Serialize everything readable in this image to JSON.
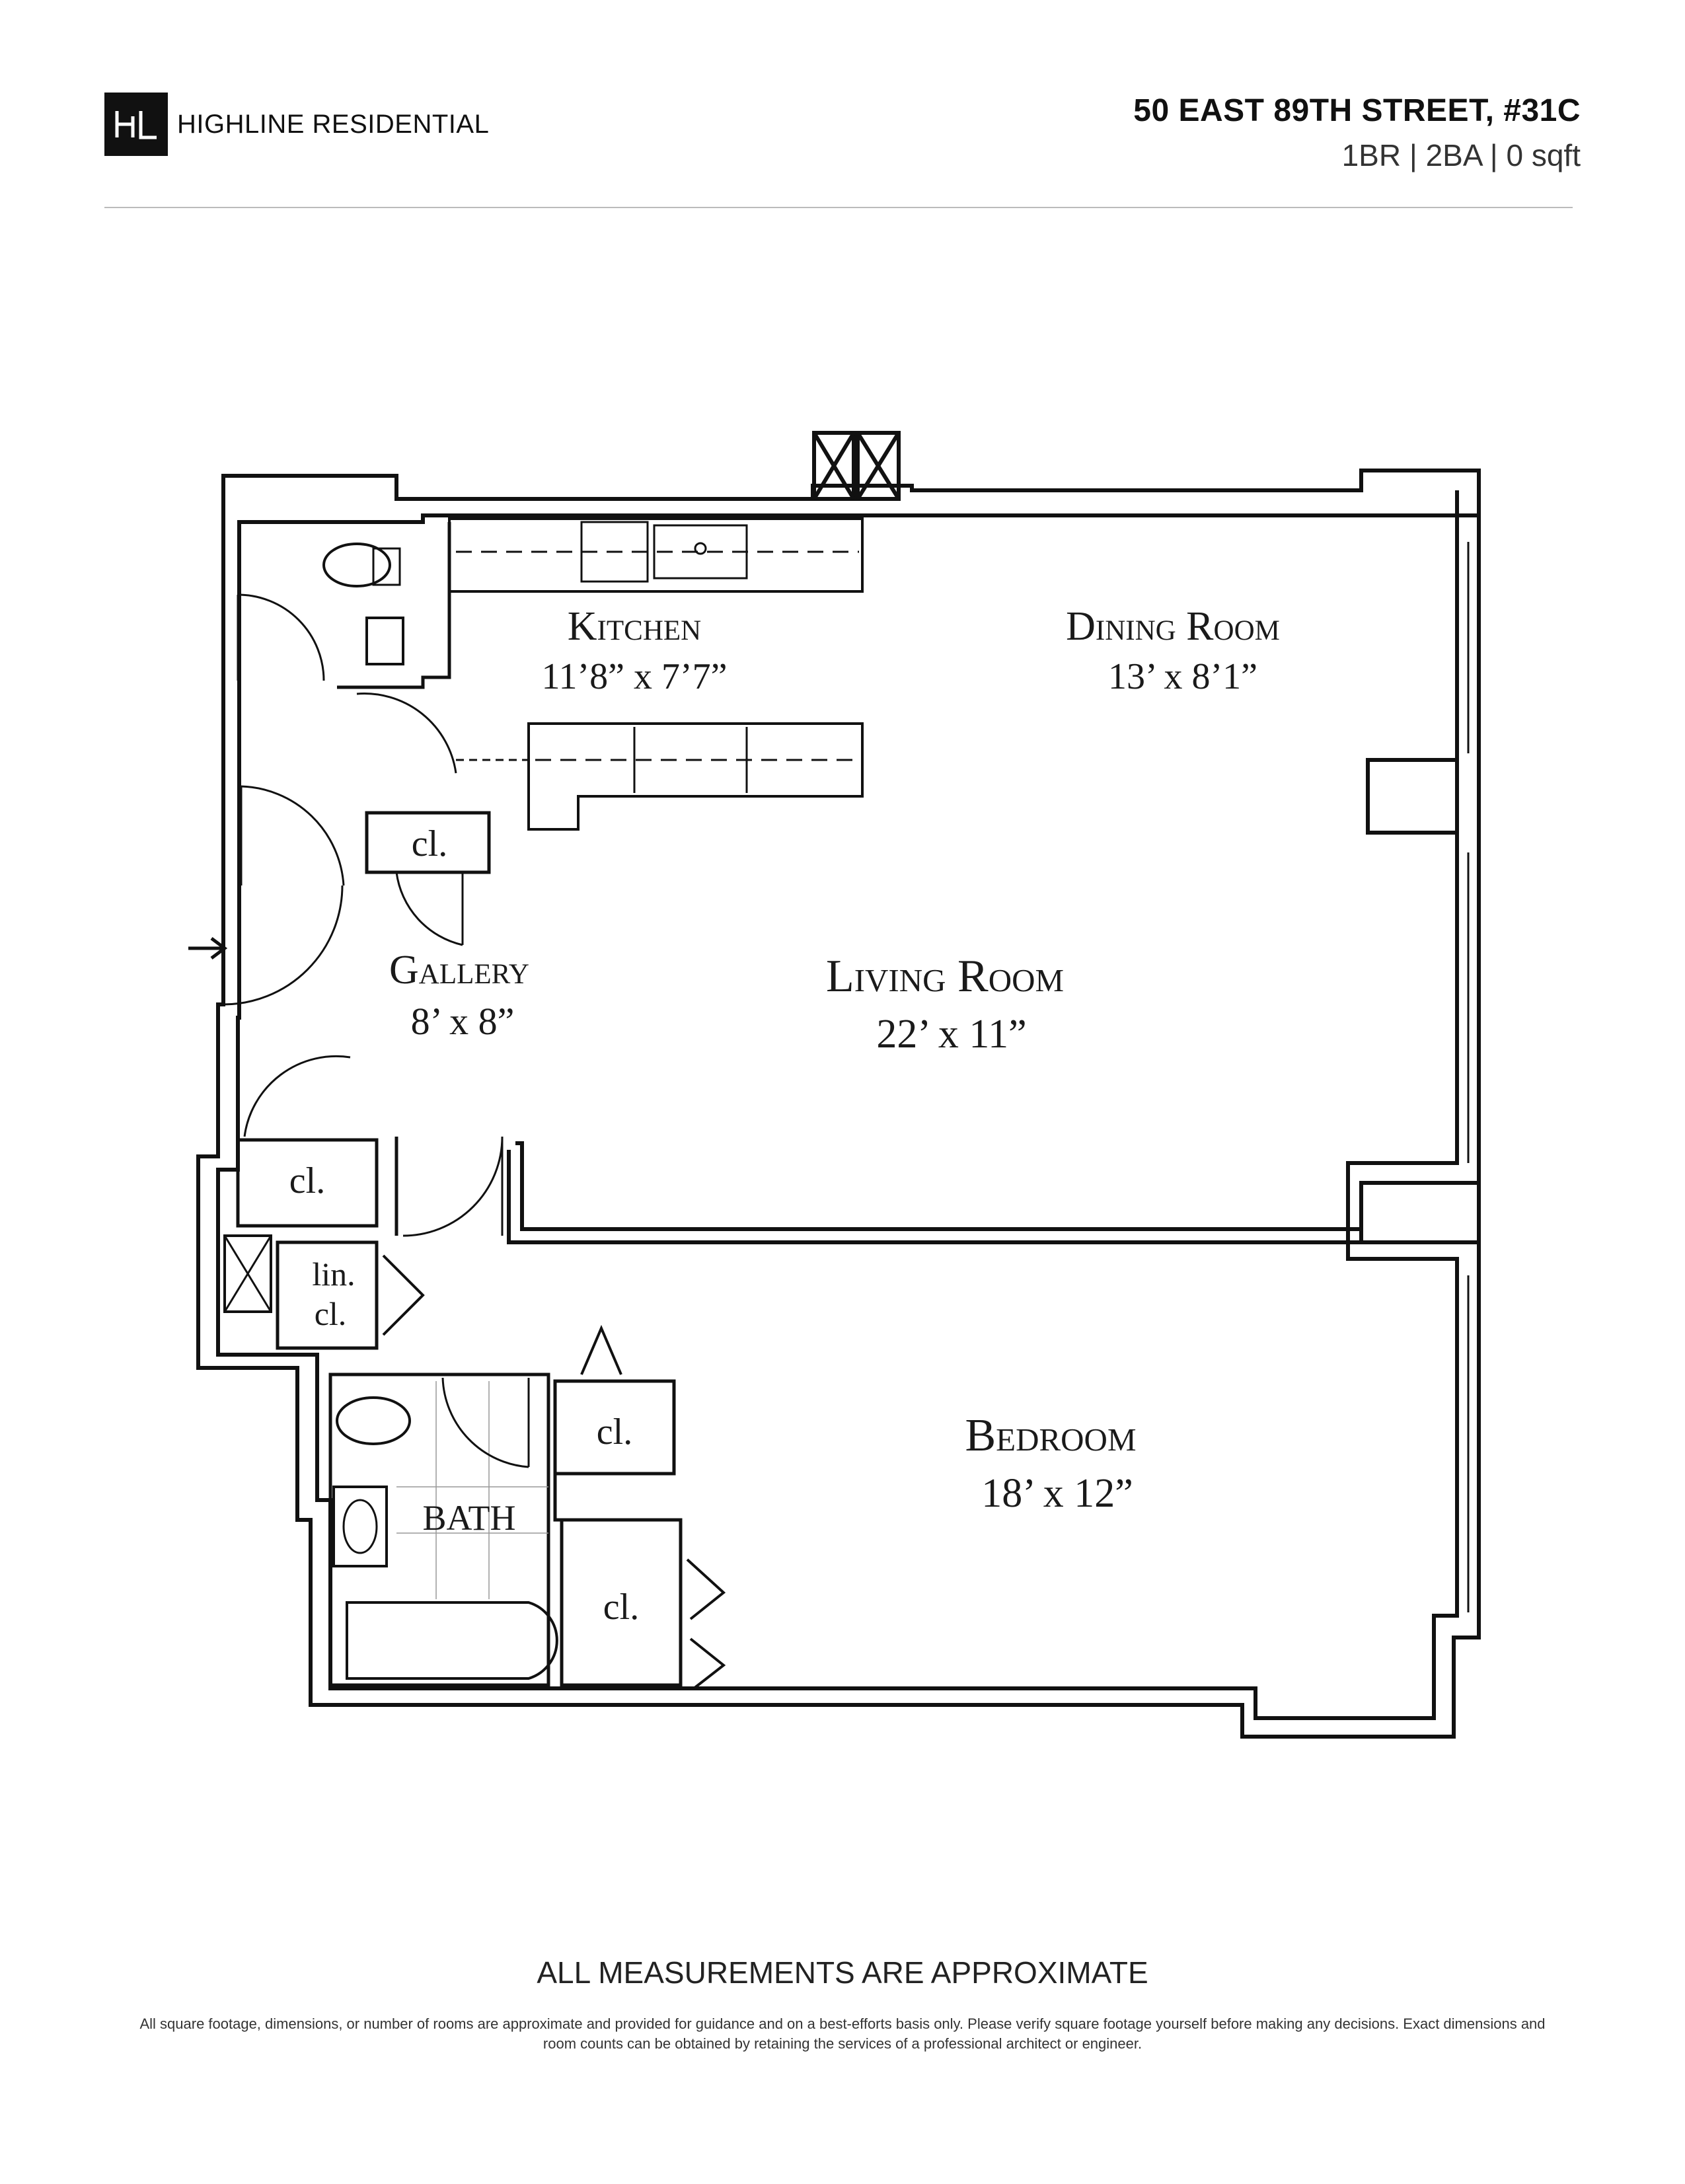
{
  "header": {
    "brand_name": "HIGHLINE RESIDENTIAL",
    "address": "50 EAST 89TH STREET, #31C",
    "unit_summary": "1BR | 2BA | 0 sqft"
  },
  "rooms": {
    "kitchen": {
      "name": "Kitchen",
      "size": "11’8” x 7’7”"
    },
    "dining": {
      "name": "Dining Room",
      "size": "13’ x 8’1”"
    },
    "living": {
      "name": "Living Room",
      "size": "22’ x 11”"
    },
    "gallery": {
      "name": "Gallery",
      "size": "8’ x 8”"
    },
    "bedroom": {
      "name": "Bedroom",
      "size": "18’ x 12”"
    },
    "bath": {
      "name": "BATH"
    },
    "closet_label": "cl.",
    "linen_label_1": "lin.",
    "linen_label_2": "cl."
  },
  "footer": {
    "title": "ALL MEASUREMENTS ARE APPROXIMATE",
    "body": "All square footage, dimensions, or number of rooms are approximate and provided for guidance and on a best-efforts basis only. Please verify square footage yourself before making any decisions. Exact dimensions and room counts can be obtained by retaining the services of a professional architect or engineer."
  }
}
